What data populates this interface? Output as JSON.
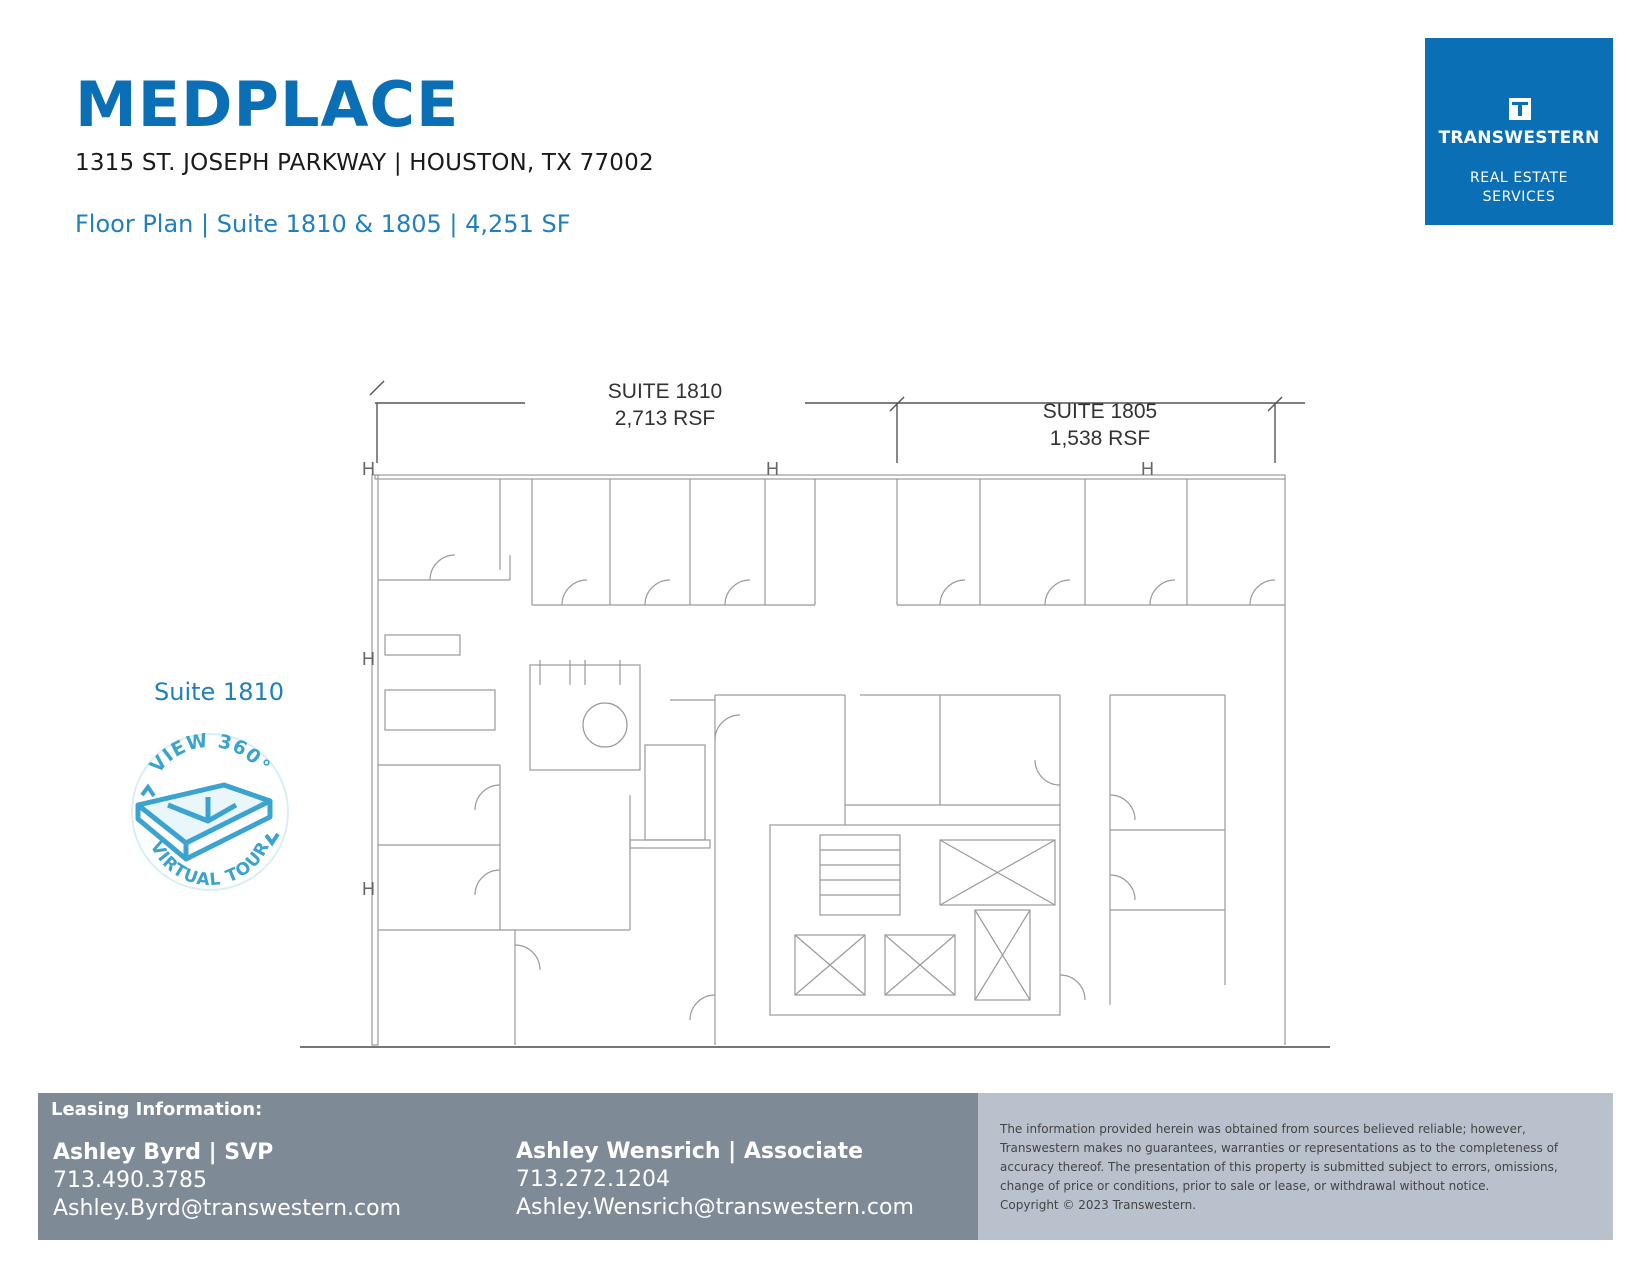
{
  "header": {
    "title": "MEDPLACE",
    "address": "1315 ST. JOSEPH PARKWAY | HOUSTON, TX 77002",
    "subtitle": "Floor Plan | Suite 1810 & 1805 | 4,251 SF"
  },
  "logo": {
    "name": "TRANSWESTERN",
    "tagline_1": "REAL ESTATE",
    "tagline_2": "SERVICES",
    "color": "#0b6fb6"
  },
  "virtual_tour": {
    "label": "Suite 1810",
    "badge_top": "VIEW 360°",
    "badge_bottom": "VIRTUAL TOUR",
    "icon": "view-360-icon"
  },
  "floor_plan": {
    "suites": [
      {
        "name": "SUITE 1810",
        "area": "2,713 RSF"
      },
      {
        "name": "SUITE 1805",
        "area": "1,538 RSF"
      }
    ]
  },
  "footer": {
    "leasing_heading": "Leasing Information:",
    "brokers": [
      {
        "name": "Ashley Byrd | SVP",
        "phone": "713.490.3785",
        "email": "Ashley.Byrd@transwestern.com"
      },
      {
        "name": "Ashley Wensrich | Associate",
        "phone": "713.272.1204",
        "email": "Ashley.Wensrich@transwestern.com"
      }
    ],
    "disclaimer": "The information provided herein was obtained from sources believed reliable; however, Transwestern makes no guarantees, warranties or representations as to the completeness of accuracy thereof. The presentation of this property is submitted subject to errors, omissions, change of price or conditions, prior to sale or lease, or withdrawal without notice.",
    "copyright": "Copyright © 2023 Transwestern.",
    "colors": {
      "left_panel": "#7e8a95",
      "right_panel": "#b9c2cc"
    }
  }
}
